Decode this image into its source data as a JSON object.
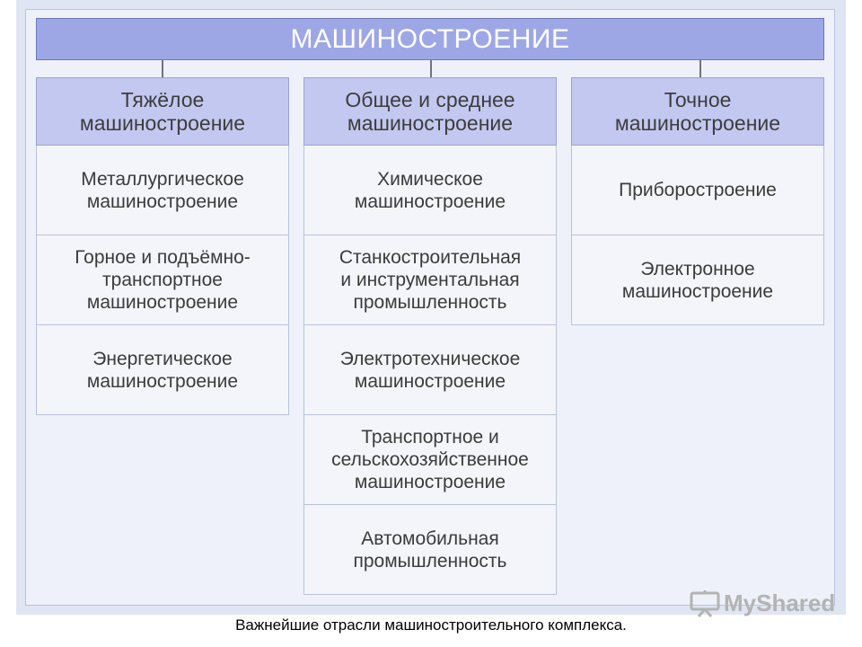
{
  "root": {
    "title": "МАШИНОСТРОЕНИЕ"
  },
  "columns": [
    {
      "header": "Тяжёлое\nмашиностроение",
      "items": [
        "Металлургическое\nмашиностроение",
        "Горное и подъёмно-\nтранспортное\nмашиностроение",
        "Энергетическое\nмашиностроение"
      ]
    },
    {
      "header": "Общее и среднее\nмашиностроение",
      "items": [
        "Химическое\nмашиностроение",
        "Станкостроительная\nи инструментальная\nпромышленность",
        "Электротехническое\nмашиностроение",
        "Транспортное и\nсельскохозяйственное\nмашиностроение",
        "Автомобильная\nпромышленность"
      ]
    },
    {
      "header": "Точное\nмашиностроение",
      "items": [
        "Приборостроение",
        "Электронное\nмашиностроение"
      ]
    }
  ],
  "caption": "Важнейшие отрасли машиностроительного комплекса.",
  "watermark": {
    "text": "MyShared",
    "icon": "presentation-board-icon"
  },
  "colors": {
    "root_fill": "#9ea7e6",
    "header_fill": "#c3c8f0",
    "cell_fill": "#f3f5fb",
    "background": "#eef1f9"
  }
}
